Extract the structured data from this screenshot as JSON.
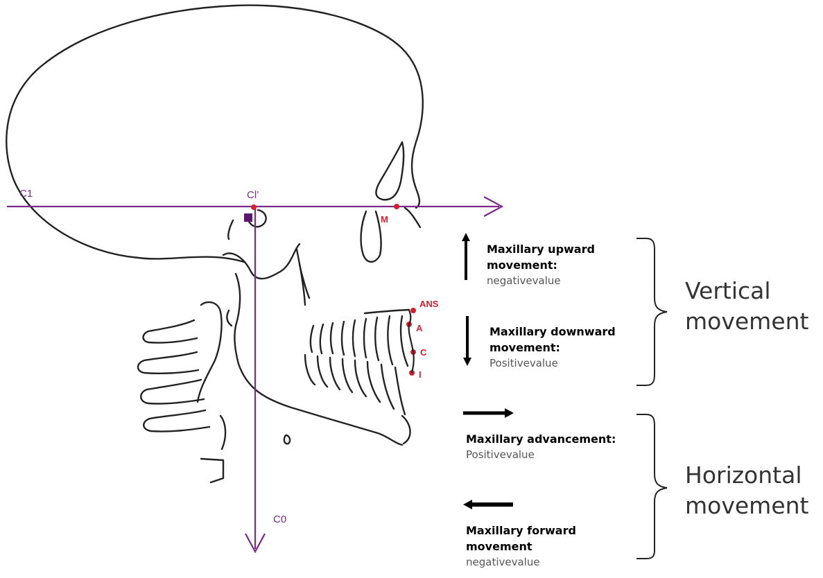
{
  "colors": {
    "axis": "#7a2a8a",
    "landmark": "#d32030",
    "drawing": "#222222",
    "text_strong": "#000000",
    "text_value": "#555555"
  },
  "axis_labels": {
    "c1": "C1",
    "ci_prime": "Cl’",
    "c0": "C0",
    "m": "M"
  },
  "landmarks": [
    "ANS",
    "A",
    "C",
    "I"
  ],
  "vertical": {
    "upward": {
      "title_line1": "Maxillary upward",
      "title_line2": "movement:",
      "value": "negativevalue"
    },
    "downward": {
      "title_line1": "Maxillary downward",
      "title_line2": "movement:",
      "value": "Positivevalue"
    },
    "group_label_line1": "Vertical",
    "group_label_line2": "movement"
  },
  "horizontal": {
    "advancement": {
      "title_line1": "Maxillary advancement:",
      "value": "Positivevalue"
    },
    "forward": {
      "title_line1": "Maxillary forward",
      "title_line2": "movement",
      "value": "negativevalue"
    },
    "group_label_line1": "Horizontal",
    "group_label_line2": "movement"
  },
  "icons": [
    "up-arrow-icon",
    "down-arrow-icon",
    "right-arrow-icon",
    "left-arrow-icon",
    "curly-brace-icon"
  ]
}
